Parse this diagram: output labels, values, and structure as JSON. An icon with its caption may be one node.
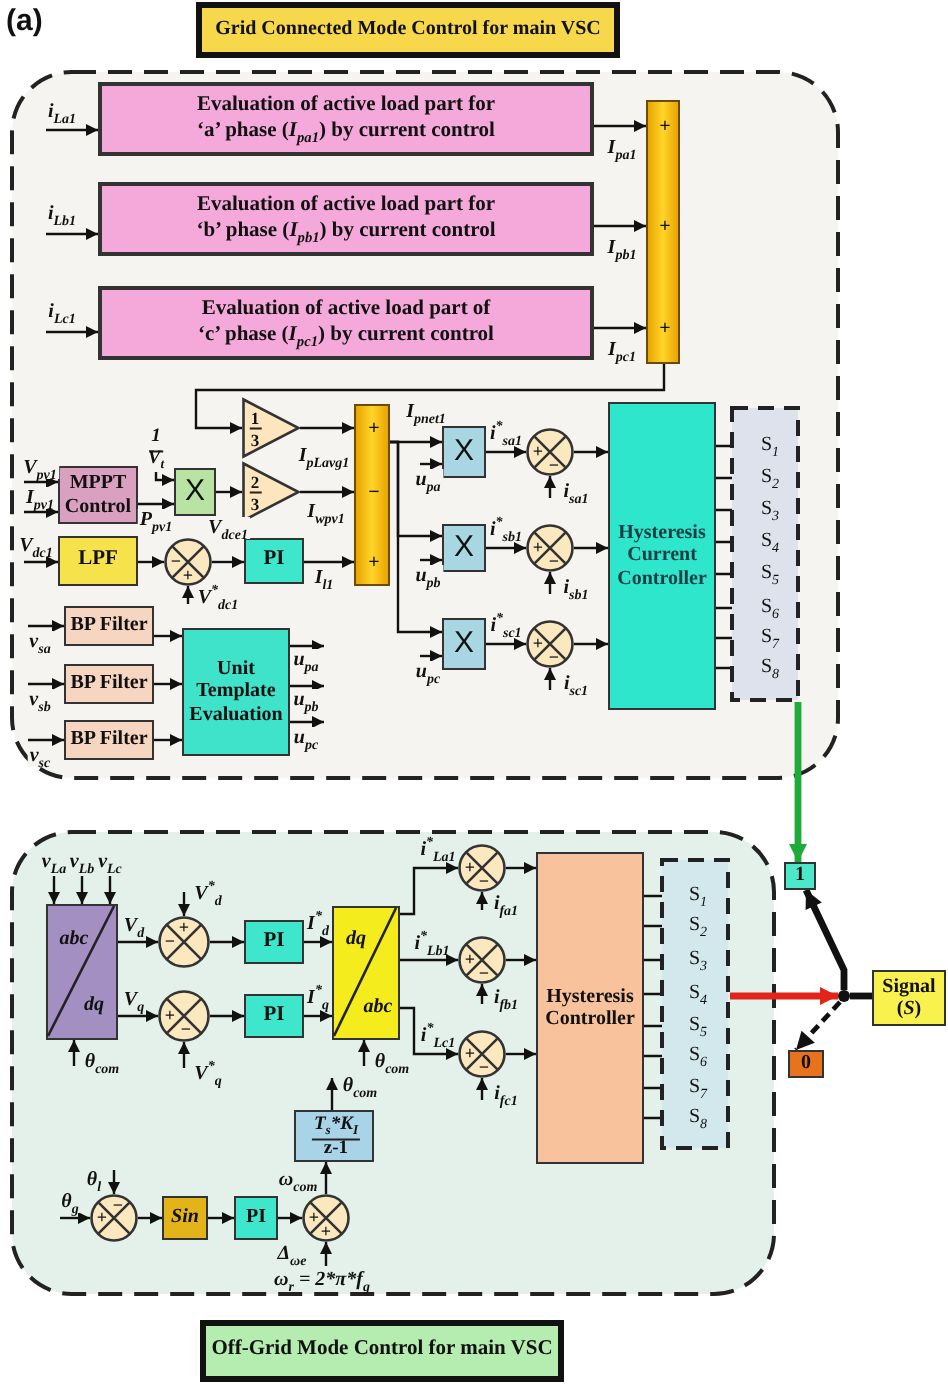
{
  "diagram": {
    "nodes": [
      {
        "text": [
          "Grid Connected Mode Control for main VSC"
        ]
      },
      {
        "text": [],
        "shape": "box"
      },
      {
        "text": [
          "Evaluation of active load part for ‘a’ phase (*I*$_{pa1}$) by current control"
        ],
        "in": 1
      },
      {
        "text": [
          "Evaluation of active load part for ‘b’ phase (*I*$_{pb1}$) by current control"
        ],
        "in": 1
      },
      {
        "text": [
          "Evaluation of active load part of ‘c’ phase (*I*$_{pc1}$) by current control"
        ],
        "in": 1
      },
      {
        "text": [
          "+",
          "+",
          "+"
        ],
        "in": 1
      },
      {
        "text": [
          "1",
          "3"
        ],
        "in": 1
      },
      {
        "text": [
          "1",
          "V$_{t}$"
        ],
        "in": 1
      },
      {
        "text": [
          "MPPT Control"
        ],
        "in": 1
      },
      {
        "text": [
          "X"
        ],
        "in": 1
      },
      {
        "text": [
          "2",
          "3"
        ],
        "in": 1
      },
      {
        "text": [
          "+",
          "−",
          "+"
        ],
        "in": 1
      },
      {
        "text": [
          "LPF"
        ],
        "in": 1
      },
      {
        "text": [
          "−",
          "+"
        ],
        "in": 1
      },
      {
        "text": [
          "PI"
        ],
        "in": 1
      },
      {
        "text": [
          "BP Filter"
        ],
        "in": 1
      },
      {
        "text": [
          "BP Filter"
        ],
        "in": 1
      },
      {
        "text": [
          "BP Filter"
        ],
        "in": 1
      },
      {
        "text": [
          "Unit Template Evaluation"
        ],
        "in": 1
      },
      {
        "text": [
          "X"
        ],
        "in": 1
      },
      {
        "text": [
          "X"
        ],
        "in": 1
      },
      {
        "text": [
          "X"
        ],
        "in": 1
      },
      {
        "text": [
          "+",
          "−"
        ],
        "in": 1
      },
      {
        "text": [
          "+",
          "−"
        ],
        "in": 1
      },
      {
        "text": [
          "+",
          "−"
        ],
        "in": 1
      },
      {
        "text": [
          "Hysteresis Current Controller"
        ],
        "in": 1
      },
      {
        "text": [],
        "shape": "box",
        "in": 1
      },
      {
        "text": [
          "S$_{1}$"
        ],
        "in": 26
      },
      {
        "text": [
          "S$_{2}$"
        ],
        "in": 26
      },
      {
        "text": [
          "S$_{3}$"
        ],
        "in": 26
      },
      {
        "text": [
          "S$_{4}$"
        ],
        "in": 26
      },
      {
        "text": [
          "S$_{5}$"
        ],
        "in": 26
      },
      {
        "text": [
          "S$_{6}$"
        ],
        "in": 26
      },
      {
        "text": [
          "S$_{7}$"
        ],
        "in": 26
      },
      {
        "text": [
          "S$_{8}$"
        ],
        "in": 26
      },
      {
        "text": [
          "1"
        ]
      },
      {
        "text": [],
        "shape": "box"
      },
      {
        "text": [
          "abc",
          "dq"
        ],
        "in": 36
      },
      {
        "text": [
          "+",
          "−"
        ],
        "in": 36
      },
      {
        "text": [
          "PI"
        ],
        "in": 36
      },
      {
        "text": [
          "dq",
          "abc"
        ],
        "in": 36
      },
      {
        "text": [
          "+",
          "−"
        ],
        "in": 36
      },
      {
        "text": [
          "Hysteresis Controller"
        ],
        "in": 36
      },
      {
        "text": [],
        "shape": "box",
        "in": 36
      },
      {
        "text": [
          "S$_{1}$"
        ],
        "in": 43
      },
      {
        "text": [
          "S$_{2}$"
        ],
        "in": 43
      },
      {
        "text": [
          "S$_{3}$"
        ],
        "in": 43
      },
      {
        "text": [
          "S$_{4}$"
        ],
        "in": 43
      },
      {
        "text": [
          "S$_{5}$"
        ],
        "in": 43
      },
      {
        "text": [
          "S$_{6}$"
        ],
        "in": 43
      },
      {
        "text": [
          "S$_{7}$"
        ],
        "in": 43
      },
      {
        "text": [
          "S$_{8}$"
        ],
        "in": 43
      },
      {
        "text": [
          "Signal (*S*)"
        ]
      },
      {
        "text": [],
        "shape": "circle"
      },
      {
        "text": [
          "+",
          "−"
        ],
        "in": 36
      },
      {
        "text": [
          "PI"
        ],
        "in": 36
      },
      {
        "text": [
          "+",
          "−"
        ],
        "in": 36
      },
      {
        "text": [
          "+",
          "−"
        ],
        "in": 36
      },
      {
        "text": [
          "0"
        ]
      },
      {
        "text": [
          "T$_{s}$*K$_{I}$",
          "z-1"
        ],
        "in": 36
      },
      {
        "text": [
          "+",
          "−"
        ],
        "in": 36
      },
      {
        "text": [
          "Sin"
        ],
        "in": 36
      },
      {
        "text": [
          "PI"
        ],
        "in": 36
      },
      {
        "text": [
          "+",
          "+"
        ],
        "in": 36
      },
      {
        "text": [
          "Off-Grid Mode Control for main VSC"
        ]
      }
    ],
    "edges": [
      {
        "from": null,
        "to": 2,
        "arrow": "to",
        "label": "i$_{La1}$"
      },
      {
        "from": null,
        "to": 3,
        "arrow": "to",
        "label": "i$_{Lb1}$"
      },
      {
        "from": null,
        "to": 4,
        "arrow": "to",
        "label": "i$_{Lc1}$"
      },
      {
        "from": 2,
        "to": 5,
        "arrow": "to",
        "label": "I$_{pa1}$"
      },
      {
        "from": 3,
        "to": 5,
        "arrow": "to",
        "label": "I$_{pb1}$"
      },
      {
        "from": 4,
        "to": 5,
        "arrow": "to",
        "label": "I$_{pc1}$"
      },
      {
        "from": 5,
        "to": 6,
        "arrow": "to"
      },
      {
        "from": null,
        "to": 8,
        "arrow": "to",
        "label": "V$_{pv1}$"
      },
      {
        "from": null,
        "to": 8,
        "arrow": "to",
        "label": "I$_{pv1}$"
      },
      {
        "from": 8,
        "to": 9,
        "arrow": "to",
        "label": "P$_{pv1}$"
      },
      {
        "from": 7,
        "to": 9,
        "arrow": "to"
      },
      {
        "from": 9,
        "to": 10,
        "arrow": "to"
      },
      {
        "from": 6,
        "to": 11,
        "arrow": "to",
        "label": "I$_{pLavg1}$"
      },
      {
        "from": 10,
        "to": 11,
        "arrow": "to",
        "label": "I$_{wpv1}$"
      },
      {
        "from": null,
        "to": 12,
        "arrow": "to",
        "label": "V$_{dc1}$"
      },
      {
        "from": 12,
        "to": 13,
        "arrow": "to"
      },
      {
        "from": null,
        "to": 13,
        "arrow": "to",
        "label": "V$^{*}$$_{dc1}$"
      },
      {
        "from": 13,
        "to": 14,
        "arrow": "to",
        "label": "V$_{dce1}$"
      },
      {
        "from": 14,
        "to": 11,
        "arrow": "to",
        "label": "I$_{l1}$"
      },
      {
        "from": null,
        "to": 15,
        "arrow": "to",
        "label": "v$_{sa}$"
      },
      {
        "from": null,
        "to": 16,
        "arrow": "to",
        "label": "v$_{sb}$"
      },
      {
        "from": null,
        "to": 17,
        "arrow": "to",
        "label": "v$_{sc}$"
      },
      {
        "from": 15,
        "to": 18,
        "arrow": "to"
      },
      {
        "from": 16,
        "to": 18,
        "arrow": "to"
      },
      {
        "from": 17,
        "to": 18,
        "arrow": "to"
      },
      {
        "from": 18,
        "to": null,
        "arrow": "to",
        "label": "u$_{pa}$"
      },
      {
        "from": 18,
        "to": null,
        "arrow": "to",
        "label": "u$_{pb}$"
      },
      {
        "from": 18,
        "to": null,
        "arrow": "to",
        "label": "u$_{pc}$"
      },
      {
        "from": 11,
        "to": 19,
        "arrow": "to",
        "label": "I$_{pnet1}$"
      },
      {
        "from": 11,
        "to": 20,
        "arrow": "to"
      },
      {
        "from": 11,
        "to": 21,
        "arrow": "to"
      },
      {
        "from": null,
        "to": 19,
        "arrow": "to",
        "label": "u$_{pa}$"
      },
      {
        "from": null,
        "to": 20,
        "arrow": "to",
        "label": "u$_{pb}$"
      },
      {
        "from": null,
        "to": 21,
        "arrow": "to",
        "label": "u$_{pc}$"
      },
      {
        "from": 19,
        "to": 22,
        "arrow": "to",
        "label": "i$^{*}$$_{sa1}$"
      },
      {
        "from": 20,
        "to": 23,
        "arrow": "to",
        "label": "i$^{*}$$_{sb1}$"
      },
      {
        "from": 21,
        "to": 24,
        "arrow": "to",
        "label": "i$^{*}$$_{sc1}$"
      },
      {
        "from": null,
        "to": 22,
        "arrow": "to",
        "label": "i$_{sa1}$"
      },
      {
        "from": null,
        "to": 23,
        "arrow": "to",
        "label": "i$_{sb1}$"
      },
      {
        "from": null,
        "to": 24,
        "arrow": "to",
        "label": "i$_{sc1}$"
      },
      {
        "from": 22,
        "to": 25,
        "arrow": "to"
      },
      {
        "from": 23,
        "to": 25,
        "arrow": "to"
      },
      {
        "from": 24,
        "to": 25,
        "arrow": "to"
      },
      {
        "from": 25,
        "to": 27,
        "arrow": "to"
      },
      {
        "from": 25,
        "to": 28,
        "arrow": "to"
      },
      {
        "from": 25,
        "to": 29,
        "arrow": "to"
      },
      {
        "from": 25,
        "to": 30,
        "arrow": "to"
      },
      {
        "from": 25,
        "to": 31,
        "arrow": "to"
      },
      {
        "from": 25,
        "to": 32,
        "arrow": "to"
      },
      {
        "from": 25,
        "to": 33,
        "arrow": "to"
      },
      {
        "from": 25,
        "to": 34,
        "arrow": "to"
      },
      {
        "from": 26,
        "to": 35,
        "arrow": "to",
        "style": "thick",
        "color": "#1faa3a"
      },
      {
        "from": null,
        "to": 37,
        "arrow": "to",
        "label": "v$_{La}$"
      },
      {
        "from": null,
        "to": 37,
        "arrow": "to",
        "label": "v$_{Lb}$"
      },
      {
        "from": null,
        "to": 37,
        "arrow": "to",
        "label": "v$_{Lc}$"
      },
      {
        "from": null,
        "to": 37,
        "arrow": "to",
        "label": "θ$_{com}$"
      },
      {
        "from": 37,
        "to": 38,
        "arrow": "to",
        "label": "V$_{d}$"
      },
      {
        "from": 37,
        "to": 54,
        "arrow": "to",
        "label": "V$_{q}$"
      },
      {
        "from": null,
        "to": 38,
        "arrow": "to",
        "label": "V$^{*}$$_{d}$"
      },
      {
        "from": null,
        "to": 54,
        "arrow": "to",
        "label": "V$^{*}$$_{q}$"
      },
      {
        "from": 38,
        "to": 39,
        "arrow": "to"
      },
      {
        "from": 54,
        "to": 55,
        "arrow": "to"
      },
      {
        "from": 39,
        "to": 40,
        "arrow": "to",
        "label": "I$^{*}$$_{d}$"
      },
      {
        "from": 55,
        "to": 40,
        "arrow": "to",
        "label": "I$^{*}$$_{q}$"
      },
      {
        "from": null,
        "to": 40,
        "arrow": "to",
        "label": "θ$_{com}$"
      },
      {
        "from": 40,
        "to": 41,
        "arrow": "to",
        "label": "i$^{*}$$_{La1}$"
      },
      {
        "from": 40,
        "to": 56,
        "arrow": "to",
        "label": "i$^{*}$$_{Lb1}$"
      },
      {
        "from": 40,
        "to": 57,
        "arrow": "to",
        "label": "i$^{*}$$_{Lc1}$"
      },
      {
        "from": null,
        "to": 41,
        "arrow": "to",
        "label": "i$_{fa1}$"
      },
      {
        "from": null,
        "to": 56,
        "arrow": "to",
        "label": "i$_{fb1}$"
      },
      {
        "from": null,
        "to": 57,
        "arrow": "to",
        "label": "i$_{fc1}$"
      },
      {
        "from": 41,
        "to": 42,
        "arrow": "to"
      },
      {
        "from": 56,
        "to": 42,
        "arrow": "to"
      },
      {
        "from": 57,
        "to": 42,
        "arrow": "to"
      },
      {
        "from": 42,
        "to": 44,
        "arrow": "to"
      },
      {
        "from": 42,
        "to": 45,
        "arrow": "to"
      },
      {
        "from": 42,
        "to": 46,
        "arrow": "to"
      },
      {
        "from": 42,
        "to": 47,
        "arrow": "to"
      },
      {
        "from": 42,
        "to": 48,
        "arrow": "to"
      },
      {
        "from": 42,
        "to": 49,
        "arrow": "to"
      },
      {
        "from": 42,
        "to": 50,
        "arrow": "to"
      },
      {
        "from": 42,
        "to": 51,
        "arrow": "to"
      },
      {
        "from": 43,
        "to": 53,
        "arrow": "to",
        "style": "thick",
        "color": "#e3241b"
      },
      {
        "from": 52,
        "to": 53,
        "arrow": "none",
        "style": "thick"
      },
      {
        "from": 53,
        "to": 35,
        "arrow": "to",
        "style": "thick"
      },
      {
        "from": 53,
        "to": 58,
        "arrow": "to",
        "style": "dashed"
      },
      {
        "from": 59,
        "to": null,
        "arrow": "to",
        "label": "θ$_{com}$"
      },
      {
        "from": null,
        "to": 60,
        "arrow": "to",
        "label": "θ$_{g}$"
      },
      {
        "from": null,
        "to": 60,
        "arrow": "to",
        "label": "θ$_{l}$"
      },
      {
        "from": 60,
        "to": 61,
        "arrow": "to"
      },
      {
        "from": 61,
        "to": 62,
        "arrow": "to"
      },
      {
        "from": 62,
        "to": 63,
        "arrow": "to",
        "label": "Δ$_{ωe}$"
      },
      {
        "from": null,
        "to": 63,
        "arrow": "to",
        "label": "ω$_{r}$ = 2*π*f$_{g}$"
      },
      {
        "from": 63,
        "to": 59,
        "arrow": "to",
        "label": "ω$_{com}$"
      }
    ],
    "labels": [
      "(a)"
    ]
  }
}
